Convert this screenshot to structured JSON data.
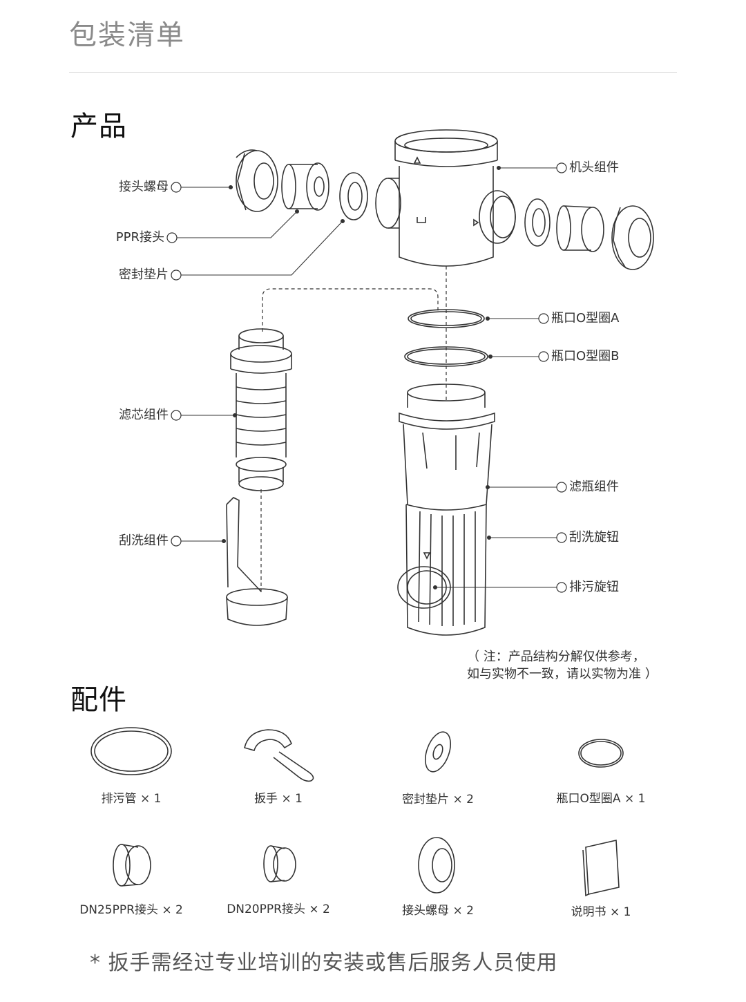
{
  "page_title": "包装清单",
  "sections": {
    "product": "产品",
    "accessories": "配件"
  },
  "parts_left": [
    "接头螺母",
    "PPR接头",
    "密封垫片",
    "滤芯组件",
    "刮洗组件"
  ],
  "parts_right": [
    "机头组件",
    "瓶口O型圈A",
    "瓶口O型圈B",
    "滤瓶组件",
    "刮洗旋钮",
    "排污旋钮"
  ],
  "note": {
    "line1": "（ 注：产品结构分解仅供参考，",
    "line2": "如与实物不一致，请以实物为准 ）"
  },
  "accessories": [
    "排污管 × 1",
    "扳手 × 1",
    "密封垫片 × 2",
    "瓶口O型圈A × 1",
    "DN25PPR接头 × 2",
    "DN20PPR接头 × 2",
    "接头螺母 × 2",
    "说明书 × 1"
  ],
  "footnote": "*  扳手需经过专业培训的安装或售后服务人员使用",
  "colors": {
    "line": "#333333",
    "rule": "#d6d6d6"
  }
}
